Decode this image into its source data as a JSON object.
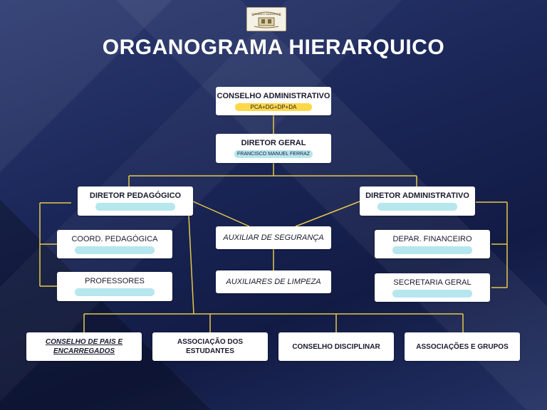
{
  "header": {
    "title": "ORGANOGRAMA HIERARQUICO",
    "logo_text": "DIRETOR GINÁSIO MANIQUE"
  },
  "colors": {
    "background": "#15204a",
    "connector": "#e6c84a",
    "box": "#ffffff",
    "pill_yellow": "#ffd84a",
    "pill_cyan": "#b6e6ee"
  },
  "nodes": {
    "conselho_admin": {
      "title": "CONSELHO ADMINISTRATIVO",
      "subtitle": "PCA+DG+DP+DA"
    },
    "diretor_geral": {
      "title": "DIRETOR GERAL",
      "subtitle": "FRANCISCO MANUEL FERRAZ"
    },
    "diretor_pedagogico": {
      "title": "DIRETOR PEDAGÓGICO",
      "subtitle": ""
    },
    "diretor_administrativo": {
      "title": "DIRETOR ADMINISTRATIVO",
      "subtitle": ""
    },
    "auxiliar_seguranca": {
      "title": "AUXILIAR DE SEGURANÇA"
    },
    "auxiliares_limpeza": {
      "title": "AUXILIARES DE LIMPEZA"
    },
    "coord_pedagogica": {
      "title": "COORD. PEDAGÓGICA",
      "subtitle": ""
    },
    "professores": {
      "title": "PROFESSORES",
      "subtitle": ""
    },
    "depar_financeiro": {
      "title": "DEPAR. FINANCEIRO",
      "subtitle": ""
    },
    "secretaria_geral": {
      "title": "SECRETARIA GERAL",
      "subtitle": ""
    },
    "conselho_pais": {
      "title": "CONSELHO DE PAIS E ENCARREGADOS"
    },
    "associacao_estudantes": {
      "title": "ASSOCIAÇÃO DOS ESTUDANTES"
    },
    "conselho_disciplinar": {
      "title": "CONSELHO DISCIPLINAR"
    },
    "associacoes_grupos": {
      "title": "ASSOCIAÇÕES E GRUPOS"
    }
  }
}
